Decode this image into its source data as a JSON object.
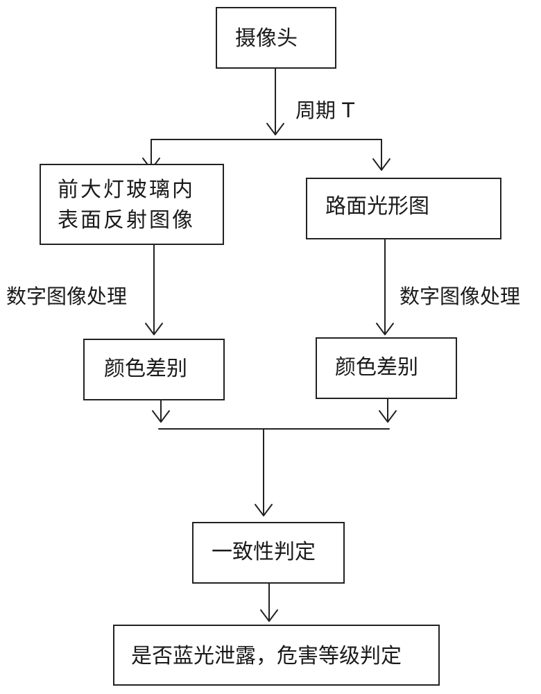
{
  "nodes": {
    "camera": "摄像头",
    "headlamp_line1": "前大灯玻璃内",
    "headlamp_line2": "表面反射图像",
    "road_pattern": "路面光形图",
    "color_diff_left": "颜色差别",
    "color_diff_right": "颜色差别",
    "consistency": "一致性判定",
    "final": "是否蓝光泄露，危害等级判定"
  },
  "edge_labels": {
    "period": "周期 T",
    "dip_left": "数字图像处理",
    "dip_right": "数字图像处理"
  }
}
